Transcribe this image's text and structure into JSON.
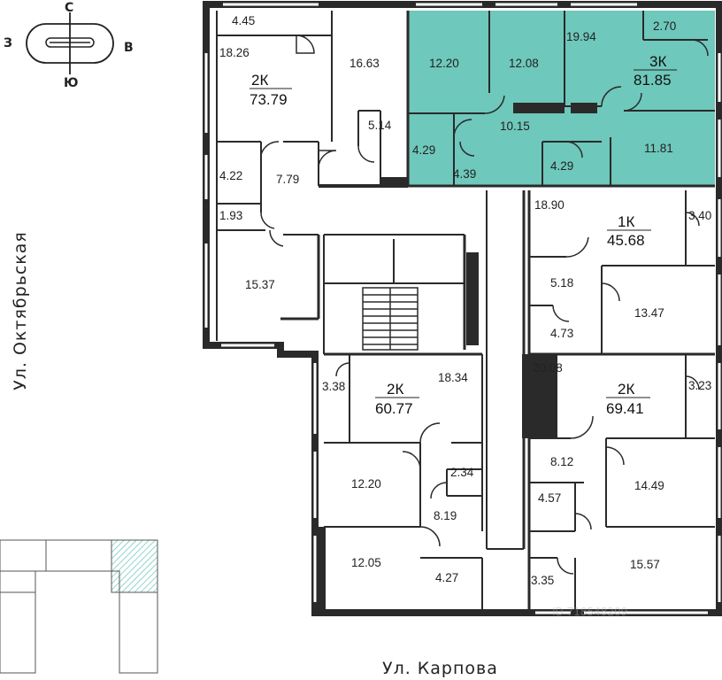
{
  "streets": {
    "bottom": "Ул. Карпова",
    "left": "Ул. Октябрьская"
  },
  "compass": {
    "north": "С",
    "south": "Ю",
    "west": "З",
    "east": "В"
  },
  "colors": {
    "highlight": "#6ec8bb",
    "wall": "#2a2a2a",
    "key_hatch": "#6ec8bb"
  },
  "watermark": "ID 718548209",
  "apartments": {
    "a2k_top": {
      "type": "2К",
      "area": "73.79"
    },
    "a3k": {
      "type": "3К",
      "area": "81.85"
    },
    "a1k": {
      "type": "1К",
      "area": "45.68"
    },
    "a2k_mid": {
      "type": "2К",
      "area": "60.77"
    },
    "a2k_right": {
      "type": "2К",
      "area": "69.41"
    }
  },
  "rooms": {
    "r445": "4.45",
    "r1826": "18.26",
    "r1663": "16.63",
    "r514": "5.14",
    "r422": "4.22",
    "r779": "7.79",
    "r193": "1.93",
    "r1537": "15.37",
    "r1220a": "12.20",
    "r1208": "12.08",
    "r1994": "19.94",
    "r270": "2.70",
    "r1015": "10.15",
    "r429a": "4.29",
    "r439": "4.39",
    "r429b": "4.29",
    "r1181": "11.81",
    "r1890": "18.90",
    "r340": "3.40",
    "r518": "5.18",
    "r473": "4.73",
    "r1347": "13.47",
    "r338": "3.38",
    "r1834": "18.34",
    "r1220b": "12.20",
    "r234": "2.34",
    "r819": "8.19",
    "r1205": "12.05",
    "r427": "4.27",
    "r2008": "20.08",
    "r323": "3.23",
    "r812": "8.12",
    "r1449": "14.49",
    "r457": "4.57",
    "r335": "3.35",
    "r1557": "15.57"
  }
}
